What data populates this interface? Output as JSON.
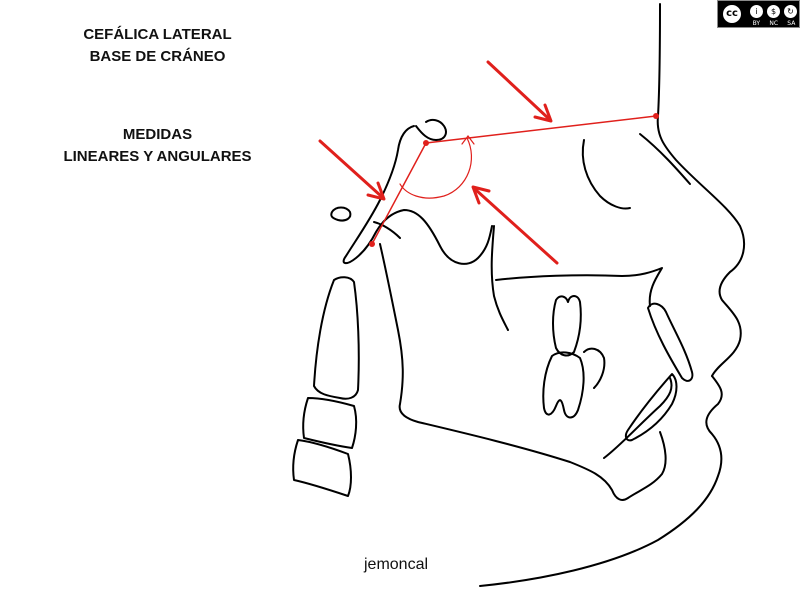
{
  "header": {
    "title_line1": "CEFÁLICA LATERAL",
    "title_line2": "BASE DE CRÁNEO",
    "subtitle_line1": "MEDIDAS",
    "subtitle_line2": "LINEARES Y ANGULARES"
  },
  "footer": {
    "credit": "jemoncal"
  },
  "license": {
    "badge_icons": [
      "cc-icon",
      "by-icon",
      "nc-icon",
      "sa-icon"
    ],
    "labels": [
      "BY",
      "NC",
      "SA"
    ]
  },
  "colors": {
    "outline": "#000000",
    "annotation": "#e0201c",
    "background": "#ffffff"
  }
}
